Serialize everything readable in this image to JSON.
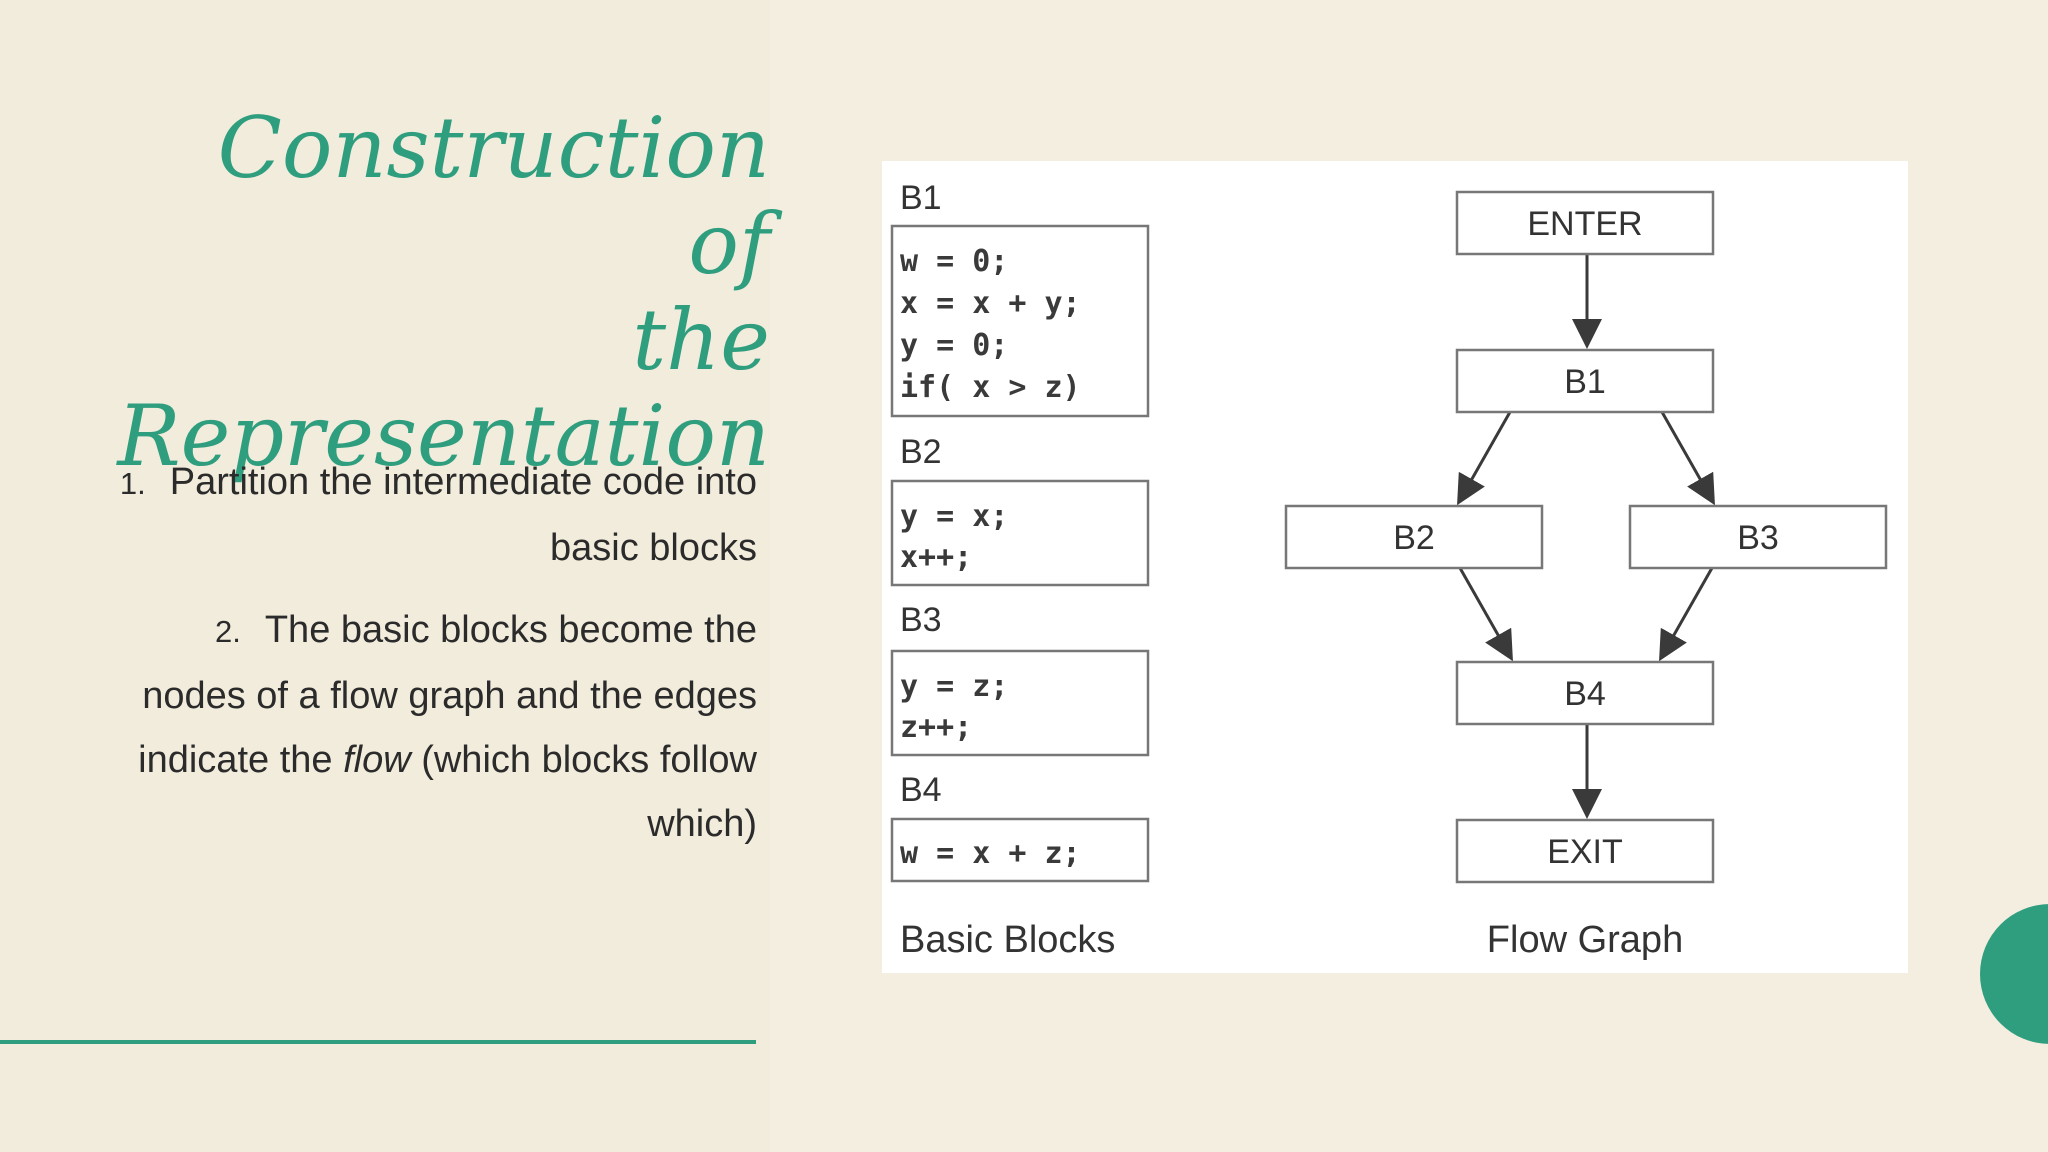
{
  "slide": {
    "title_lines": [
      "Construction of",
      "the",
      "Representation"
    ],
    "list": [
      {
        "num": "1.",
        "text": "Partition the intermediate code into basic blocks"
      },
      {
        "num": "2.",
        "text_before": "The basic blocks become the nodes of a flow graph and the edges indicate the ",
        "em": "flow",
        "text_after": " (which blocks follow which)"
      }
    ]
  },
  "figure": {
    "basic_blocks": [
      {
        "label": "B1",
        "code": [
          "w = 0;",
          "x = x + y;",
          "y = 0;",
          "if( x > z)"
        ]
      },
      {
        "label": "B2",
        "code": [
          "y = x;",
          "x++;"
        ]
      },
      {
        "label": "B3",
        "code": [
          "y = z;",
          "z++;"
        ]
      },
      {
        "label": "B4",
        "code": [
          "w = x + z;"
        ]
      }
    ],
    "flow_nodes": {
      "enter": "ENTER",
      "b1": "B1",
      "b2": "B2",
      "b3": "B3",
      "b4": "B4",
      "exit": "EXIT"
    },
    "edges": [
      [
        "ENTER",
        "B1"
      ],
      [
        "B1",
        "B2"
      ],
      [
        "B1",
        "B3"
      ],
      [
        "B2",
        "B4"
      ],
      [
        "B3",
        "B4"
      ],
      [
        "B4",
        "EXIT"
      ]
    ],
    "caption_left": "Basic Blocks",
    "caption_right": "Flow Graph"
  },
  "colors": {
    "accent": "#2f9e7e",
    "background": "#f3eee0"
  }
}
